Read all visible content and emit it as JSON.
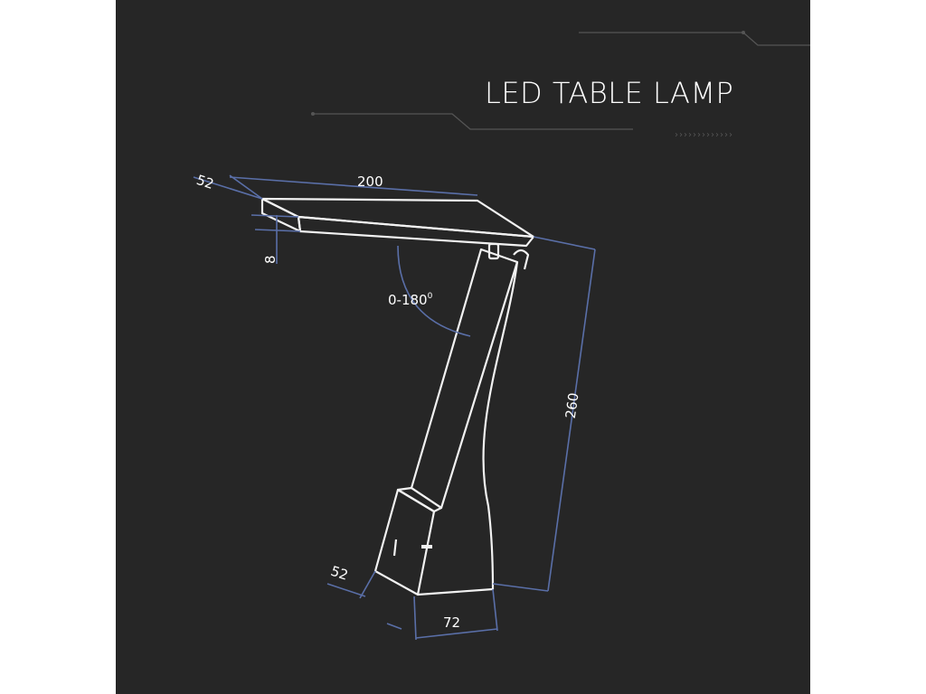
{
  "title": "LED TABLE LAMP",
  "dimensions": {
    "head_depth": "52",
    "head_length": "200",
    "head_thickness": "8",
    "rotation": "0-180",
    "rotation_unit": "0",
    "height": "260",
    "base_depth": "52",
    "base_width": "72"
  },
  "colors": {
    "background": "#262626",
    "outline": "#f2f2f2",
    "dimension_line": "#5a6fa8",
    "text": "#ffffff"
  }
}
